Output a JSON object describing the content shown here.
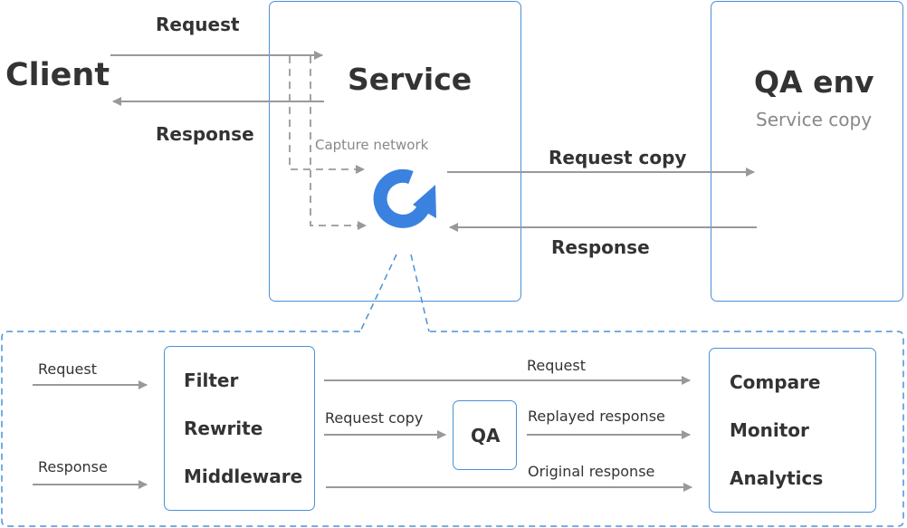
{
  "top": {
    "client": "Client",
    "client_request": "Request",
    "client_response": "Response",
    "service": "Service",
    "capture_network": "Capture network",
    "qa_env": "QA env",
    "service_copy": "Service copy",
    "request_copy": "Request copy",
    "qa_response": "Response"
  },
  "bottom": {
    "in_request": "Request",
    "in_response": "Response",
    "filter": "Filter",
    "rewrite": "Rewrite",
    "middleware": "Middleware",
    "request": "Request",
    "request_copy": "Request copy",
    "qa": "QA",
    "replayed_response": "Replayed response",
    "original_response": "Original response",
    "compare": "Compare",
    "monitor": "Monitor",
    "analytics": "Analytics"
  },
  "colors": {
    "arrow": "#999999",
    "box_border": "#4a90d9",
    "dashed_frame": "#4a90d9",
    "capture_icon": "#3b82e0",
    "text": "#333333",
    "muted_text": "#888888"
  },
  "icons": {
    "capture": "circular-refresh-icon"
  }
}
